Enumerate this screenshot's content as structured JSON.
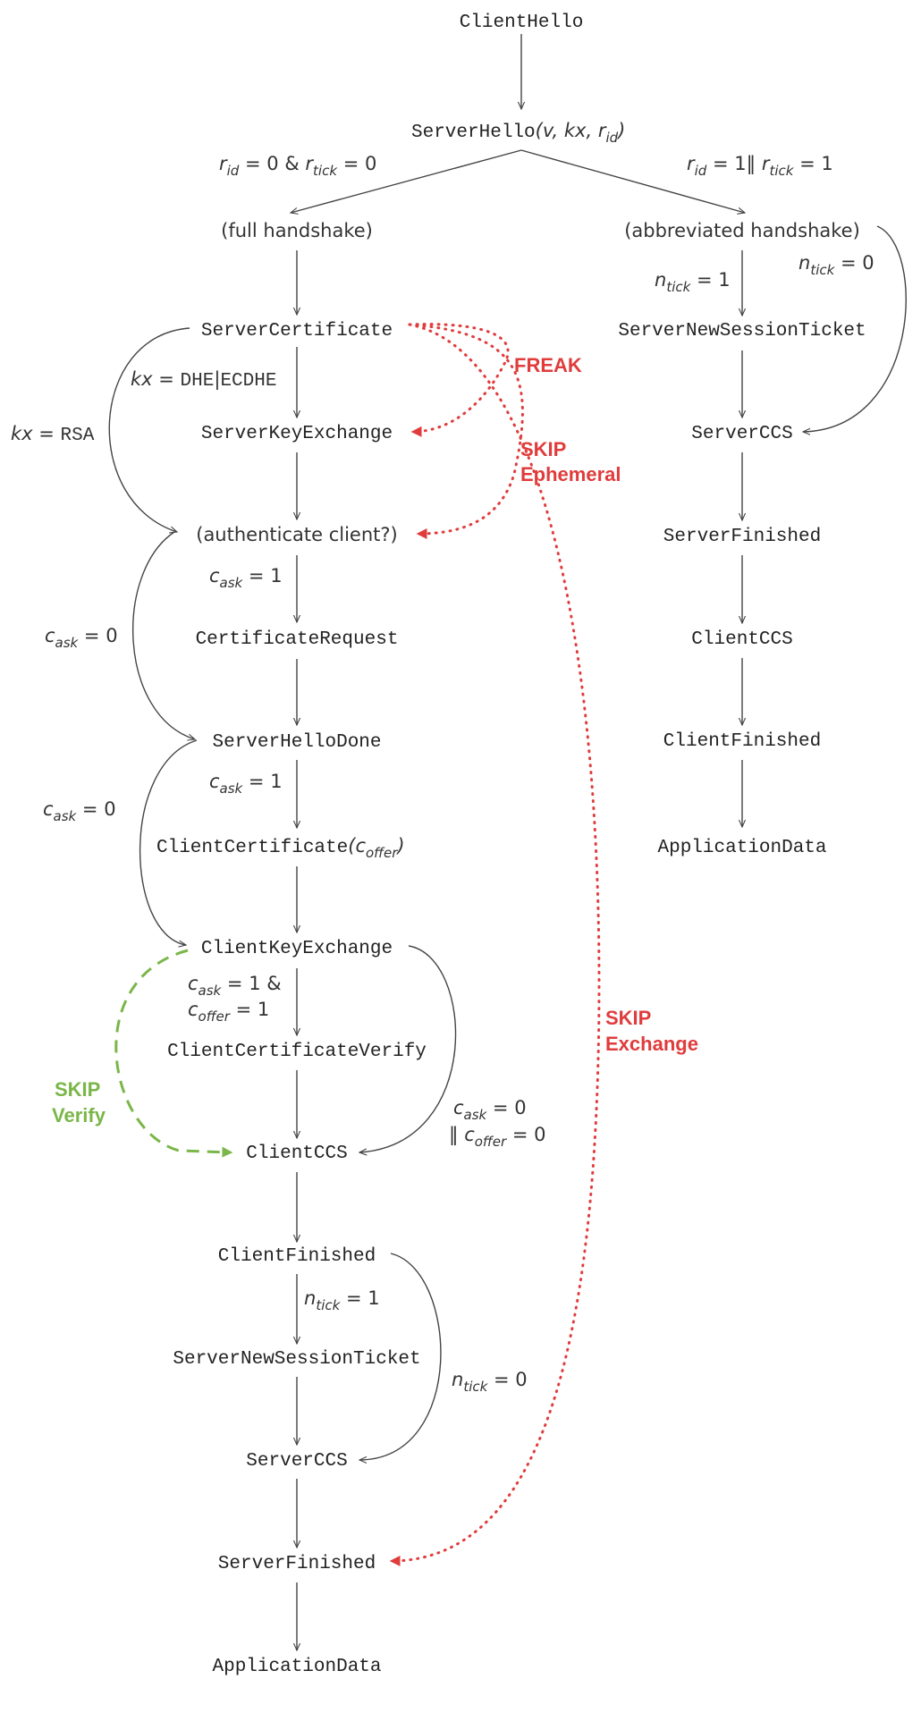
{
  "nodes": {
    "client_hello": "ClientHello",
    "server_hello": "ServerHello",
    "server_hello_params": "(v, kx, r",
    "server_hello_params_sub": "id",
    "server_hello_params_close": ")",
    "full_handshake": "(full handshake)",
    "abbreviated_handshake": "(abbreviated handshake)",
    "server_certificate": "ServerCertificate",
    "server_key_exchange": "ServerKeyExchange",
    "authenticate_client": "(authenticate client?)",
    "certificate_request": "CertificateRequest",
    "server_hello_done": "ServerHelloDone",
    "client_certificate": "ClientCertificate",
    "client_certificate_param_open": "(c",
    "client_certificate_param_sub": "offer",
    "client_certificate_param_close": ")",
    "client_key_exchange": "ClientKeyExchange",
    "client_certificate_verify": "ClientCertificateVerify",
    "client_ccs": "ClientCCS",
    "client_finished": "ClientFinished",
    "server_new_session_ticket": "ServerNewSessionTicket",
    "server_ccs": "ServerCCS",
    "server_finished": "ServerFinished",
    "application_data": "ApplicationData",
    "abbr_server_new_session_ticket": "ServerNewSessionTicket",
    "abbr_server_ccs": "ServerCCS",
    "abbr_server_finished": "ServerFinished",
    "abbr_client_ccs": "ClientCCS",
    "abbr_client_finished": "ClientFinished",
    "abbr_application_data": "ApplicationData"
  },
  "conditions": {
    "full_cond": {
      "r": "r",
      "id": "id",
      "eq0": " = 0 & ",
      "r2": "r",
      "tick": "tick",
      "eq0b": " = 0"
    },
    "abbr_cond": {
      "r": "r",
      "id": "id",
      "mid": " = 1‖ ",
      "r2": "r",
      "tick": "tick",
      "eq1": " = 1"
    },
    "n_tick_1_top": {
      "n": "n",
      "sub": "tick",
      "eq": " = 1"
    },
    "n_tick_0_top": {
      "n": "n",
      "sub": "tick",
      "eq": " = 0"
    },
    "kx_dhe": {
      "kx": "kx",
      "eq": " = ",
      "dhe": "DHE",
      "bar": "|",
      "ecdhe": "ECDHE"
    },
    "kx_rsa": {
      "kx": "kx",
      "eq": " = ",
      "rsa": "RSA"
    },
    "c_ask_1_a": {
      "c": "c",
      "sub": "ask",
      "eq": " = 1"
    },
    "c_ask_0_a": {
      "c": "c",
      "sub": "ask",
      "eq": " = 0"
    },
    "c_ask_1_b": {
      "c": "c",
      "sub": "ask",
      "eq": " = 1"
    },
    "c_ask_0_b": {
      "c": "c",
      "sub": "ask",
      "eq": " = 0"
    },
    "c_ask_1_offer": {
      "c": "c",
      "sub": "ask",
      "eq": " = 1 &",
      "c2": "c",
      "sub2": "offer",
      "eq2": " = 1"
    },
    "c_ask_0_offer": {
      "c": "c",
      "sub": "ask",
      "eq": " = 0",
      "bars": "‖ ",
      "c2": "c",
      "sub2": "offer",
      "eq2": " = 0"
    },
    "n_tick_1_bottom": {
      "n": "n",
      "sub": "tick",
      "eq": " = 1"
    },
    "n_tick_0_bottom": {
      "n": "n",
      "sub": "tick",
      "eq": " = 0"
    }
  },
  "attacks": {
    "freak": "FREAK",
    "skip_ephemeral_1": "SKIP",
    "skip_ephemeral_2": "Ephemeral",
    "skip_exchange_1": "SKIP",
    "skip_exchange_2": "Exchange",
    "skip_verify_1": "SKIP",
    "skip_verify_2": "Verify"
  },
  "colors": {
    "attack_red": "#e03c3c",
    "attack_green": "#7ab648"
  }
}
